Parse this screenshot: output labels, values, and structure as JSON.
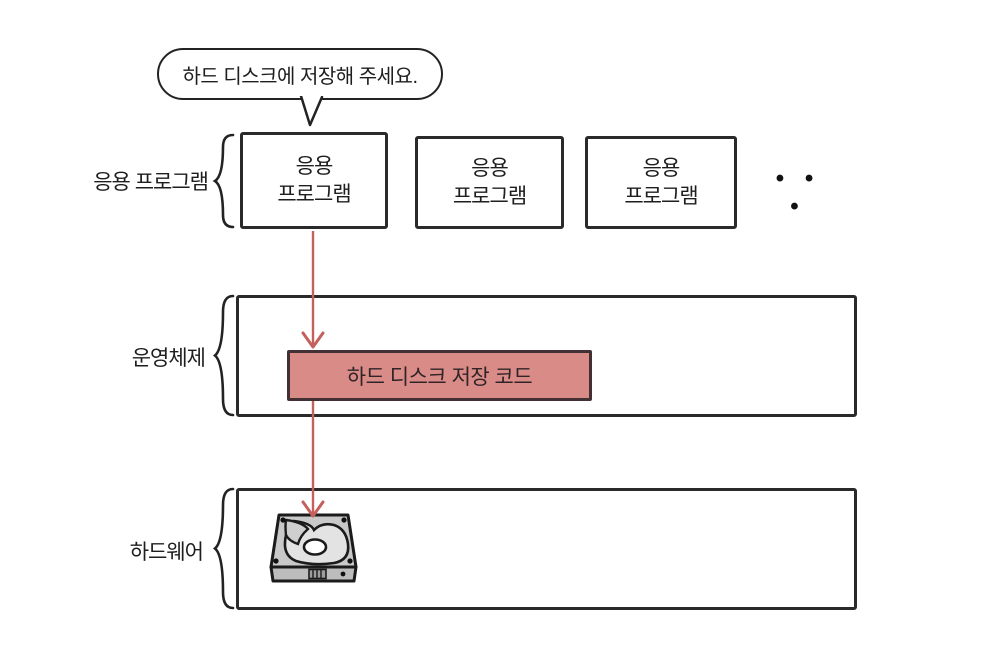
{
  "bubble": {
    "text": "하드 디스크에 저장해 주세요."
  },
  "layers": {
    "application": {
      "label": "응용 프로그램",
      "boxes": [
        "응용\n프로그램",
        "응용\n프로그램",
        "응용\n프로그램"
      ],
      "ellipsis": "• • •"
    },
    "os": {
      "label": "운영체제",
      "code_box_label": "하드 디스크 저장 코드"
    },
    "hardware": {
      "label": "하드웨어",
      "icon": "hard-disk-icon"
    }
  },
  "colors": {
    "stroke": "#2a2a2a",
    "highlight_fill": "#d98b88",
    "highlight_border": "#433034",
    "arrow": "#c4605d"
  }
}
